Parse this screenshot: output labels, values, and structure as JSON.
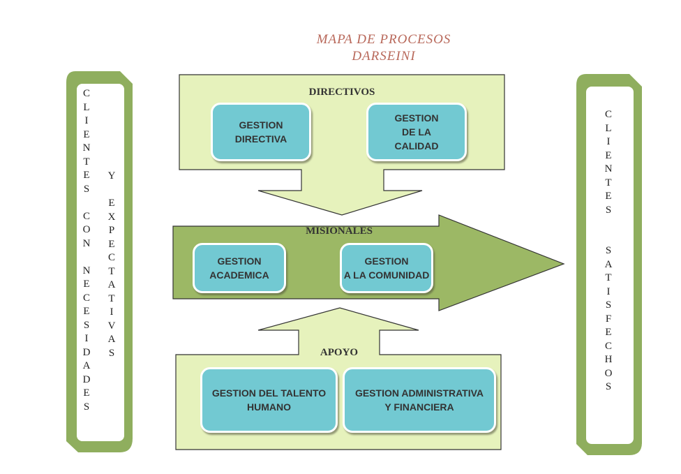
{
  "title": {
    "line1": "MAPA DE PROCESOS",
    "line2": "DARSEINI"
  },
  "left_panel": {
    "column1": [
      "C",
      "L",
      "I",
      "E",
      "N",
      "T",
      "E",
      "S",
      " ",
      "C",
      "O",
      "N",
      " ",
      "N",
      "E",
      "C",
      "E",
      "S",
      "I",
      "D",
      "A",
      "D",
      "E",
      "S"
    ],
    "column2": [
      "Y",
      " ",
      "E",
      "X",
      "P",
      "E",
      "C",
      "T",
      "A",
      "T",
      "I",
      "V",
      "A",
      "S"
    ],
    "full_text": "CLIENTES CON NECESIDADES Y EXPECTATIVAS"
  },
  "right_panel": {
    "column1": [
      "C",
      "L",
      "I",
      "E",
      "N",
      "T",
      "E",
      "S",
      " ",
      " ",
      "S",
      "A",
      "T",
      "I",
      "S",
      "F",
      "E",
      "C",
      "H",
      "O",
      "S"
    ],
    "full_text": "CLIENTES SATISFECHOS"
  },
  "directivos": {
    "label": "DIRECTIVOS",
    "boxes": [
      {
        "line1": "GESTION",
        "line2": "DIRECTIVA",
        "line3": ""
      },
      {
        "line1": "GESTION",
        "line2": "DE LA",
        "line3": "CALIDAD"
      }
    ]
  },
  "misionales": {
    "label": "MISIONALES",
    "boxes": [
      {
        "line1": "GESTION",
        "line2": "ACADEMICA"
      },
      {
        "line1": "GESTION",
        "line2": "A LA COMUNIDAD"
      }
    ]
  },
  "apoyo": {
    "label": "APOYO",
    "boxes": [
      {
        "line1": "GESTION DEL TALENTO",
        "line2": "HUMANO"
      },
      {
        "line1": "GESTION ADMINISTRATIVA",
        "line2": "Y FINANCIERA"
      }
    ]
  },
  "colors": {
    "title": "#b8685a",
    "light_green": "#e6f2bc",
    "mid_green": "#9cb865",
    "frame_green": "#8fae5e",
    "process_box": "#72c9d2"
  }
}
